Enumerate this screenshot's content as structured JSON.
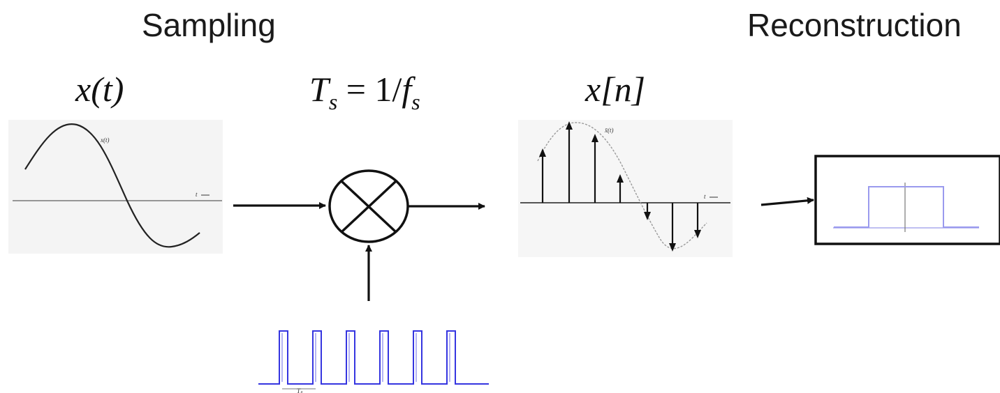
{
  "headings": {
    "sampling": "Sampling",
    "reconstruction": "Reconstruction"
  },
  "math_labels": {
    "input_signal": "x(t)",
    "sampling_period": "Ts = 1/fs",
    "sampled_signal": "x[n]"
  },
  "plot_labels": {
    "input_curve": "x(t)",
    "input_axis": "t",
    "sampled_curve": "x̄(t)",
    "sampled_axis": "t",
    "pulse_period": "Tₛ"
  },
  "colors": {
    "ink": "#111111",
    "pulse_train": "#3535e0",
    "filter_response": "#9a9aee",
    "axis_gray": "#777777"
  }
}
